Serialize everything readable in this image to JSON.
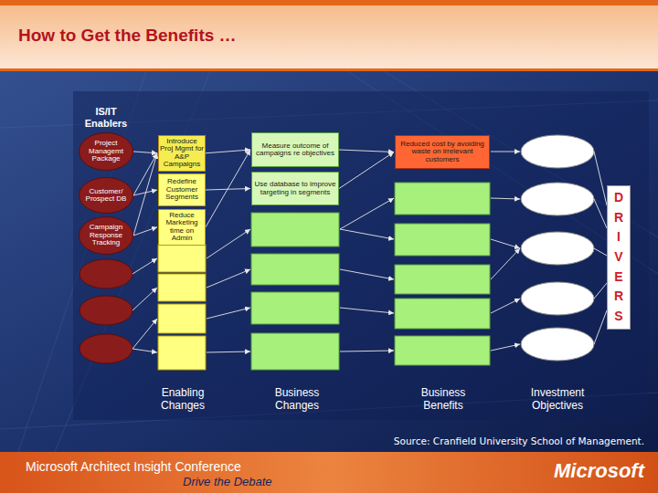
{
  "diagram": {
    "title": "How to Get the Benefits …",
    "nodes": [
      {
        "text": [
          "Project Managemt Package"
        ]
      },
      {
        "text": [
          "Customer/ Prospect DB"
        ]
      },
      {
        "text": [
          "Campaign Response Tracking"
        ]
      },
      {
        "text": [
          "Introduce Proj Mgmt for A&P Campaigns"
        ]
      },
      {
        "text": [
          "Redefine Customer Segments"
        ]
      },
      {
        "text": [
          "Reduce Marketing time on Admin"
        ]
      },
      {
        "text": [
          "Measure outcome of campaigns re objectives"
        ]
      },
      {
        "text": [
          "Use database to improve targeting in segments"
        ]
      },
      {
        "text": [
          "Reduced cost by avoiding waste on irrelevant customers"
        ]
      },
      {
        "text": [
          "DRIVERS"
        ]
      }
    ],
    "edges": [
      {
        "from": 0,
        "to": 3,
        "arrow": "to"
      },
      {
        "from": 1,
        "to": 3,
        "arrow": "to"
      },
      {
        "from": 1,
        "to": 4,
        "arrow": "to"
      },
      {
        "from": 2,
        "to": 3,
        "arrow": "to"
      },
      {
        "from": 2,
        "to": 5,
        "arrow": "to"
      },
      {
        "from": 3,
        "to": 6,
        "arrow": "to"
      },
      {
        "from": 4,
        "to": 7,
        "arrow": "to"
      },
      {
        "from": 5,
        "to": 6,
        "arrow": "to"
      },
      {
        "from": 6,
        "to": 8,
        "arrow": "to"
      },
      {
        "from": 7,
        "to": 8,
        "arrow": "to"
      }
    ],
    "labels": [
      "IS/IT Enablers",
      "Enabling Changes",
      "Business Changes",
      "Business Benefits",
      "Investment Objectives",
      "Source: Cranfield University School of Management.",
      "Microsoft Architect Insight Conference",
      "Drive the Debate",
      "Microsoft"
    ]
  }
}
